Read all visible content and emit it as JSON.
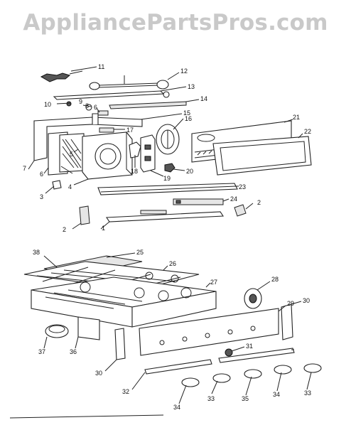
{
  "watermark": "AppliancePartsPros.com",
  "callouts": [
    "1",
    "2",
    "2",
    "3",
    "4",
    "5",
    "6",
    "6",
    "7",
    "8",
    "9",
    "10",
    "11",
    "12",
    "13",
    "14",
    "15",
    "16",
    "17",
    "18",
    "19",
    "20",
    "21",
    "22",
    "23",
    "24",
    "25",
    "26",
    "27",
    "28",
    "29",
    "30",
    "30",
    "31",
    "32",
    "33",
    "33",
    "34",
    "34",
    "35",
    "36",
    "37",
    "38"
  ]
}
